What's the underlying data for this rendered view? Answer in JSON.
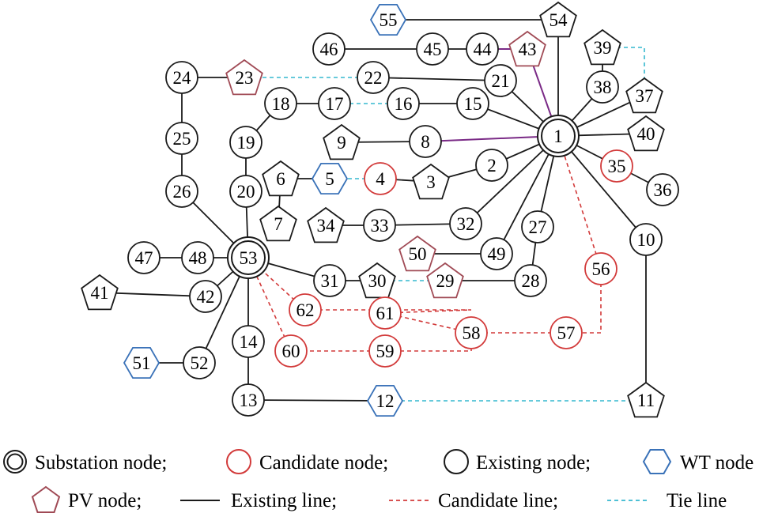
{
  "colors": {
    "existing": "#1a1a1a",
    "candidate": "#d23a3a",
    "wt": "#3a72b8",
    "pv": "#a04a55",
    "tie": "#35b8cf",
    "highlight": "#7a2a86"
  },
  "nodes": [
    {
      "id": "1",
      "label": "1",
      "type": "substation"
    },
    {
      "id": "2",
      "label": "2",
      "type": "existing"
    },
    {
      "id": "3",
      "label": "3",
      "type": "pv-existing"
    },
    {
      "id": "4",
      "label": "4",
      "type": "candidate"
    },
    {
      "id": "5",
      "label": "5",
      "type": "wt"
    },
    {
      "id": "6",
      "label": "6",
      "type": "pv-existing"
    },
    {
      "id": "7",
      "label": "7",
      "type": "pv-existing"
    },
    {
      "id": "8",
      "label": "8",
      "type": "existing"
    },
    {
      "id": "9",
      "label": "9",
      "type": "pv-existing"
    },
    {
      "id": "10",
      "label": "10",
      "type": "existing"
    },
    {
      "id": "11",
      "label": "11",
      "type": "pv-existing"
    },
    {
      "id": "12",
      "label": "12",
      "type": "wt"
    },
    {
      "id": "13",
      "label": "13",
      "type": "existing"
    },
    {
      "id": "14",
      "label": "14",
      "type": "existing"
    },
    {
      "id": "15",
      "label": "15",
      "type": "existing"
    },
    {
      "id": "16",
      "label": "16",
      "type": "existing"
    },
    {
      "id": "17",
      "label": "17",
      "type": "existing"
    },
    {
      "id": "18",
      "label": "18",
      "type": "existing"
    },
    {
      "id": "19",
      "label": "19",
      "type": "existing"
    },
    {
      "id": "20",
      "label": "20",
      "type": "existing"
    },
    {
      "id": "21",
      "label": "21",
      "type": "existing"
    },
    {
      "id": "22",
      "label": "22",
      "type": "existing"
    },
    {
      "id": "23",
      "label": "23",
      "type": "pv"
    },
    {
      "id": "24",
      "label": "24",
      "type": "existing"
    },
    {
      "id": "25",
      "label": "25",
      "type": "existing"
    },
    {
      "id": "26",
      "label": "26",
      "type": "existing"
    },
    {
      "id": "27",
      "label": "27",
      "type": "existing"
    },
    {
      "id": "28",
      "label": "28",
      "type": "existing"
    },
    {
      "id": "29",
      "label": "29",
      "type": "pv"
    },
    {
      "id": "30",
      "label": "30",
      "type": "pv-existing"
    },
    {
      "id": "31",
      "label": "31",
      "type": "existing"
    },
    {
      "id": "32",
      "label": "32",
      "type": "existing"
    },
    {
      "id": "33",
      "label": "33",
      "type": "existing"
    },
    {
      "id": "34",
      "label": "34",
      "type": "pv-existing"
    },
    {
      "id": "35",
      "label": "35",
      "type": "candidate"
    },
    {
      "id": "36",
      "label": "36",
      "type": "existing"
    },
    {
      "id": "37",
      "label": "37",
      "type": "pv-existing"
    },
    {
      "id": "38",
      "label": "38",
      "type": "existing"
    },
    {
      "id": "39",
      "label": "39",
      "type": "pv-existing"
    },
    {
      "id": "40",
      "label": "40",
      "type": "pv-existing"
    },
    {
      "id": "41",
      "label": "41",
      "type": "pv-existing"
    },
    {
      "id": "42",
      "label": "42",
      "type": "existing"
    },
    {
      "id": "43",
      "label": "43",
      "type": "pv"
    },
    {
      "id": "44",
      "label": "44",
      "type": "existing"
    },
    {
      "id": "45",
      "label": "45",
      "type": "existing"
    },
    {
      "id": "46",
      "label": "46",
      "type": "existing"
    },
    {
      "id": "47",
      "label": "47",
      "type": "existing"
    },
    {
      "id": "48",
      "label": "48",
      "type": "existing"
    },
    {
      "id": "49",
      "label": "49",
      "type": "existing"
    },
    {
      "id": "50",
      "label": "50",
      "type": "pv"
    },
    {
      "id": "51",
      "label": "51",
      "type": "wt"
    },
    {
      "id": "52",
      "label": "52",
      "type": "existing"
    },
    {
      "id": "53",
      "label": "53",
      "type": "substation"
    },
    {
      "id": "54",
      "label": "54",
      "type": "pv-existing"
    },
    {
      "id": "55",
      "label": "55",
      "type": "wt"
    },
    {
      "id": "56",
      "label": "56",
      "type": "candidate"
    },
    {
      "id": "57",
      "label": "57",
      "type": "candidate"
    },
    {
      "id": "58",
      "label": "58",
      "type": "candidate"
    },
    {
      "id": "59",
      "label": "59",
      "type": "candidate"
    },
    {
      "id": "60",
      "label": "60",
      "type": "candidate"
    },
    {
      "id": "61",
      "label": "61",
      "type": "candidate"
    },
    {
      "id": "62",
      "label": "62",
      "type": "candidate"
    }
  ],
  "edges": [
    {
      "from": "1",
      "to": "2",
      "type": "existing"
    },
    {
      "from": "2",
      "to": "3",
      "type": "existing"
    },
    {
      "from": "1",
      "to": "8",
      "type": "highlight"
    },
    {
      "from": "8",
      "to": "9",
      "type": "existing"
    },
    {
      "from": "1",
      "to": "15",
      "type": "existing"
    },
    {
      "from": "15",
      "to": "16",
      "type": "existing"
    },
    {
      "from": "16",
      "to": "17",
      "type": "tie"
    },
    {
      "from": "17",
      "to": "18",
      "type": "existing"
    },
    {
      "from": "18",
      "to": "19",
      "type": "existing"
    },
    {
      "from": "19",
      "to": "20",
      "type": "existing"
    },
    {
      "from": "20",
      "to": "53",
      "type": "existing"
    },
    {
      "from": "1",
      "to": "21",
      "type": "existing"
    },
    {
      "from": "21",
      "to": "22",
      "type": "existing"
    },
    {
      "from": "22",
      "to": "23",
      "type": "tie"
    },
    {
      "from": "23",
      "to": "24",
      "type": "existing"
    },
    {
      "from": "24",
      "to": "25",
      "type": "existing"
    },
    {
      "from": "25",
      "to": "26",
      "type": "existing"
    },
    {
      "from": "26",
      "to": "53",
      "type": "existing"
    },
    {
      "from": "1",
      "to": "43",
      "type": "highlight"
    },
    {
      "from": "43",
      "to": "44",
      "type": "highlight"
    },
    {
      "from": "44",
      "to": "45",
      "type": "existing"
    },
    {
      "from": "45",
      "to": "46",
      "type": "existing"
    },
    {
      "from": "1",
      "to": "54",
      "type": "existing"
    },
    {
      "from": "54",
      "to": "55",
      "type": "existing"
    },
    {
      "from": "1",
      "to": "38",
      "type": "existing"
    },
    {
      "from": "38",
      "to": "39",
      "type": "existing"
    },
    {
      "from": "39",
      "to": "37",
      "type": "tie"
    },
    {
      "from": "1",
      "to": "37",
      "type": "existing"
    },
    {
      "from": "1",
      "to": "40",
      "type": "existing"
    },
    {
      "from": "1",
      "to": "35",
      "type": "existing"
    },
    {
      "from": "35",
      "to": "36",
      "type": "existing"
    },
    {
      "from": "1",
      "to": "10",
      "type": "existing"
    },
    {
      "from": "10",
      "to": "11",
      "type": "existing"
    },
    {
      "from": "11",
      "to": "12",
      "type": "tie"
    },
    {
      "from": "12",
      "to": "13",
      "type": "existing"
    },
    {
      "from": "13",
      "to": "14",
      "type": "existing"
    },
    {
      "from": "14",
      "to": "53",
      "type": "existing"
    },
    {
      "from": "1",
      "to": "27",
      "type": "existing"
    },
    {
      "from": "27",
      "to": "28",
      "type": "existing"
    },
    {
      "from": "28",
      "to": "29",
      "type": "existing"
    },
    {
      "from": "29",
      "to": "30",
      "type": "tie"
    },
    {
      "from": "30",
      "to": "31",
      "type": "existing"
    },
    {
      "from": "31",
      "to": "53",
      "type": "existing"
    },
    {
      "from": "1",
      "to": "49",
      "type": "existing"
    },
    {
      "from": "49",
      "to": "50",
      "type": "existing"
    },
    {
      "from": "1",
      "to": "32",
      "type": "existing"
    },
    {
      "from": "32",
      "to": "33",
      "type": "existing"
    },
    {
      "from": "33",
      "to": "34",
      "type": "existing"
    },
    {
      "from": "3",
      "to": "4",
      "type": "existing"
    },
    {
      "from": "4",
      "to": "5",
      "type": "tie"
    },
    {
      "from": "5",
      "to": "6",
      "type": "existing"
    },
    {
      "from": "6",
      "to": "7",
      "type": "existing"
    },
    {
      "from": "53",
      "to": "48",
      "type": "existing"
    },
    {
      "from": "48",
      "to": "47",
      "type": "existing"
    },
    {
      "from": "53",
      "to": "42",
      "type": "existing"
    },
    {
      "from": "42",
      "to": "41",
      "type": "existing"
    },
    {
      "from": "53",
      "to": "52",
      "type": "existing"
    },
    {
      "from": "52",
      "to": "51",
      "type": "existing"
    },
    {
      "from": "1",
      "to": "56",
      "type": "candidate"
    },
    {
      "from": "56",
      "to": "57",
      "type": "candidate"
    },
    {
      "from": "57",
      "to": "58",
      "type": "candidate"
    },
    {
      "from": "58",
      "to": "61",
      "type": "candidate"
    },
    {
      "from": "61",
      "to": "62",
      "type": "candidate"
    },
    {
      "from": "62",
      "to": "53",
      "type": "candidate"
    },
    {
      "from": "58",
      "to": "59",
      "type": "candidate"
    },
    {
      "from": "59",
      "to": "60",
      "type": "candidate"
    },
    {
      "from": "60",
      "to": "53",
      "type": "candidate"
    }
  ],
  "legend": {
    "substation": "Substation node;",
    "candidate_node": "Candidate node;",
    "existing_node": "Existing node;",
    "wt_node": "WT node",
    "pv_node": "PV node;",
    "existing_line": "Existing line;",
    "candidate_line": "Candidate line;",
    "tie_line": "Tie line"
  }
}
